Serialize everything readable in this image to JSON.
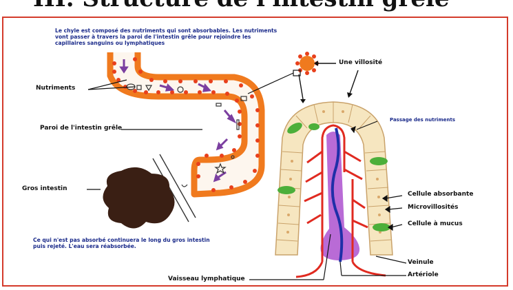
{
  "header": {
    "title": "III. Structure de l'intestin grêle"
  },
  "text": {
    "chyle_note": "Le chyle est composé des nutriments qui sont absorbables. Les nutriments vont passer à travers la paroi de l'intestin grêle pour rejoindre les capillaires sanguins ou lymphatiques",
    "reject_note": "Ce qui n'est pas absorbé continuera le long du gros intestin puis rejeté. L'eau sera réabsorbée."
  },
  "labels": {
    "nutriments": "Nutriments",
    "paroi": "Paroi de l'intestin grêle",
    "gros_intestin": "Gros intestin",
    "villosite": "Une villosité",
    "passage": "Passage des nutriments",
    "cellule_absorbante": "Cellule absorbante",
    "microvillosites": "Microvillosités",
    "cellule_mucus": "Cellule à mucus",
    "veinule": "Veinule",
    "arteriole": "Artériole",
    "vaisseau": "Vaisseau lymphatique"
  },
  "colors": {
    "frame": "#d43a2a",
    "intestine_wall": "#f07a1e",
    "villi": "#e8401c",
    "nutrient_arrow": "#7b3fa0",
    "feces": "#3a1f14",
    "epithelium": "#f6e6c0",
    "mucus_cell": "#4caf3a",
    "lymph": "#b96bd6",
    "vein": "#1f2fa8",
    "artery": "#e02a20"
  }
}
